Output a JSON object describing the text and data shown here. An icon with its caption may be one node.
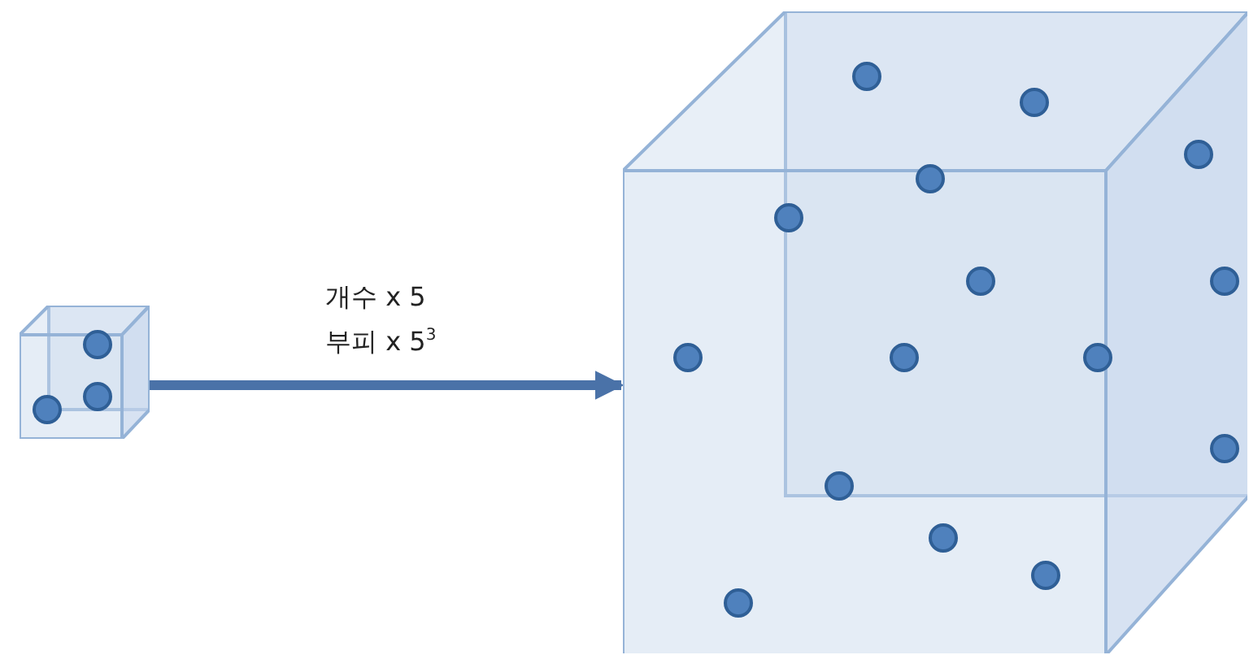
{
  "diagram": {
    "nodes": [
      {
        "text": [],
        "shape": "picture"
      },
      {
        "text": [],
        "shape": "picture"
      }
    ],
    "edges": [
      {
        "from": 0,
        "to": 1,
        "arrow": "to",
        "label": "개수 x 5 부피 x 5$^{3}$"
      }
    ]
  }
}
